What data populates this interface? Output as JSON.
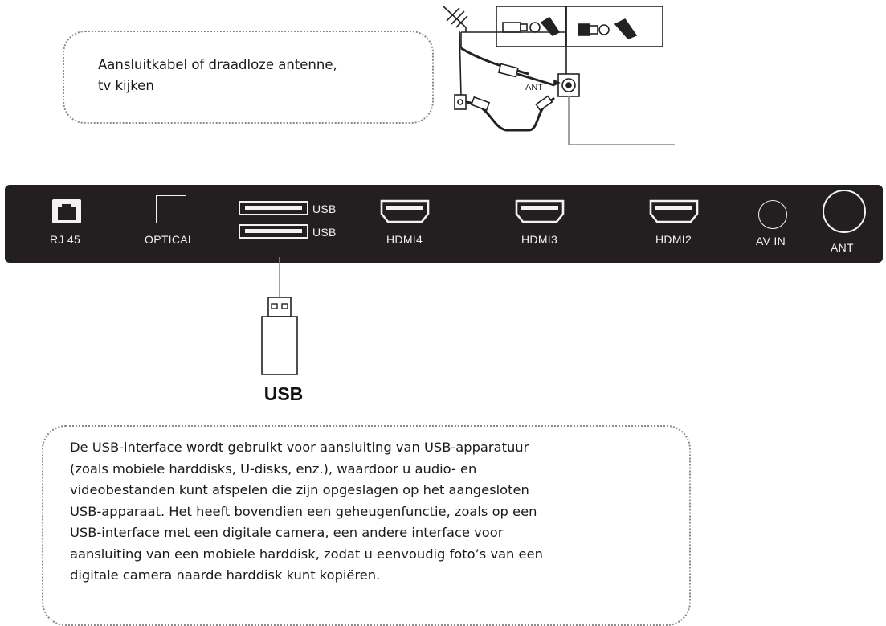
{
  "note_top": {
    "line1": "Aansluitkabel of draadloze antenne,",
    "line2": "tv kijken"
  },
  "antenna_detail": {
    "ant_label": "ANT"
  },
  "panel": {
    "ports": {
      "rj45": "RJ 45",
      "optical": "OPTICAL",
      "usb_top": "USB",
      "usb_bottom": "USB",
      "hdmi4": "HDMI4",
      "hdmi3": "HDMI3",
      "hdmi2": "HDMI2",
      "av_in": "AV IN",
      "ant": "ANT"
    }
  },
  "usb_device": {
    "label": "USB"
  },
  "note_bottom": {
    "lines": [
      "De USB-interface wordt gebruikt voor aansluiting van USB-apparatuur",
      "(zoals mobiele harddisks, U-disks, enz.), waardoor u audio- en",
      "videobestanden kunt afspelen die zijn opgeslagen op het aangesloten",
      "USB-apparaat. Het heeft bovendien een geheugenfunctie, zoals op een",
      "USB-interface met een digitale camera, een andere interface voor",
      "aansluiting van een mobiele harddisk, zodat u eenvoudig foto’s van een",
      "digitale camera naarde harddisk kunt kopiëren."
    ]
  },
  "colors": {
    "panel": "#231f20",
    "port_white": "#f2f2f2",
    "connector_line": "#888888",
    "dotted_border": "#8a8a8a"
  }
}
